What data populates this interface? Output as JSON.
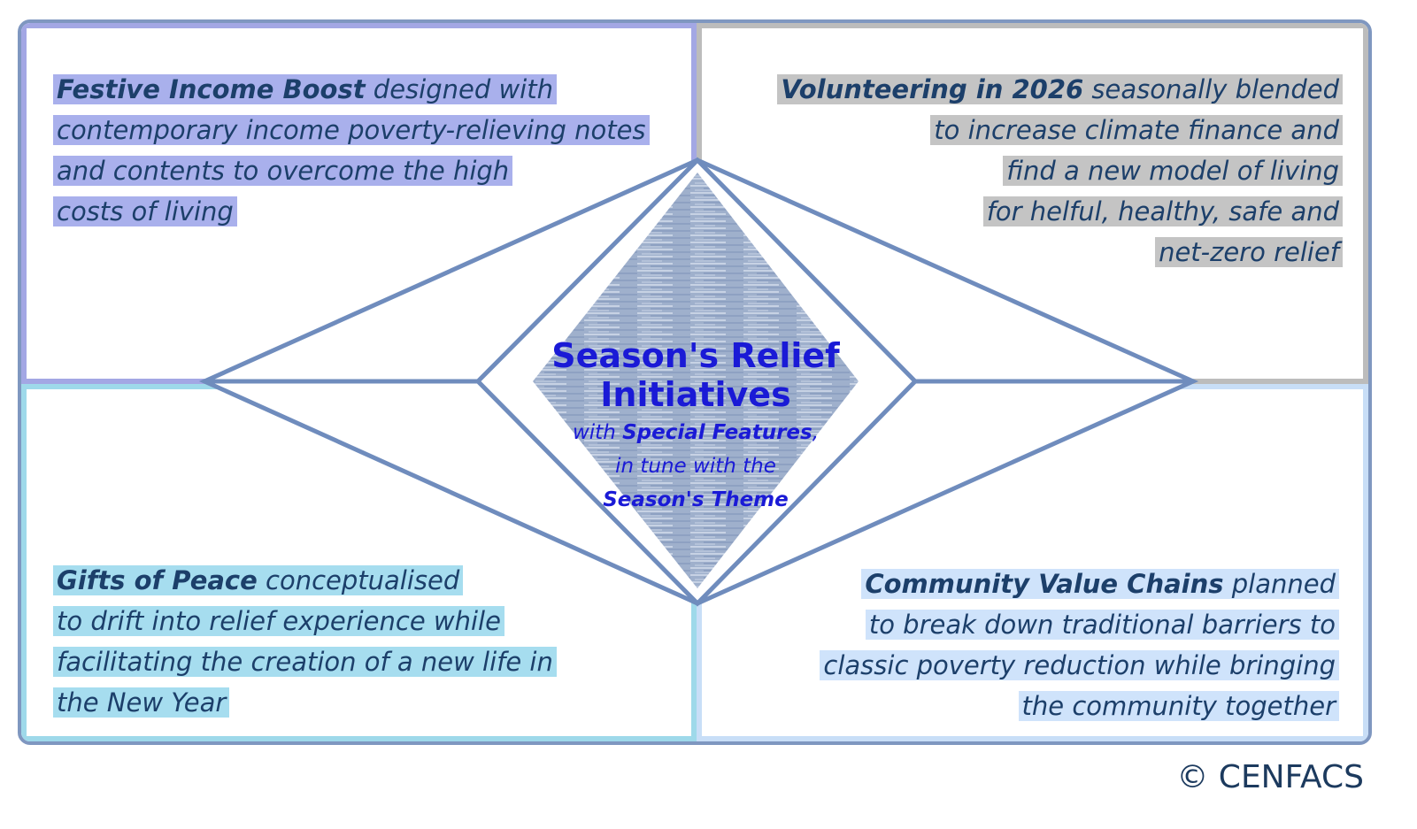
{
  "quadrants": {
    "top_left": {
      "title": "Festive Income Boost",
      "lines": [
        " designed with",
        "contemporary income poverty-relieving notes",
        "and contents to overcome the high",
        "costs of living"
      ]
    },
    "top_right": {
      "title": "Volunteering in 2026",
      "lines": [
        " seasonally blended",
        "to increase climate finance and",
        "find a new model of living",
        "for helful, healthy, safe and",
        "net-zero relief"
      ]
    },
    "bottom_left": {
      "title": "Gifts of Peace",
      "lines": [
        " conceptualised",
        "to drift into relief experience while",
        "facilitating the creation of a new life in",
        "the New Year"
      ]
    },
    "bottom_right": {
      "title": "Community Value Chains",
      "lines": [
        " planned",
        "to break down traditional barriers to",
        "classic poverty reduction while bringing",
        "the community together"
      ]
    }
  },
  "center": {
    "title_line1": "Season's Relief",
    "title_line2": "Initiatives",
    "sub_with": "with ",
    "sub_features": "Special Features",
    "sub_comma": ",",
    "sub_line2": "in tune with the",
    "sub_theme": "Season's Theme"
  },
  "copyright": "© CENFACS",
  "colors": {
    "frame": "#7f97c0",
    "top_left": "#a9b0ec",
    "top_right": "#c4c4c4",
    "bottom_left": "#a6ddef",
    "bottom_right": "#cfe3fb",
    "diamond_line": "#6f8cbd",
    "center_text": "#1a1ad6",
    "body_text": "#1c3f6a"
  }
}
